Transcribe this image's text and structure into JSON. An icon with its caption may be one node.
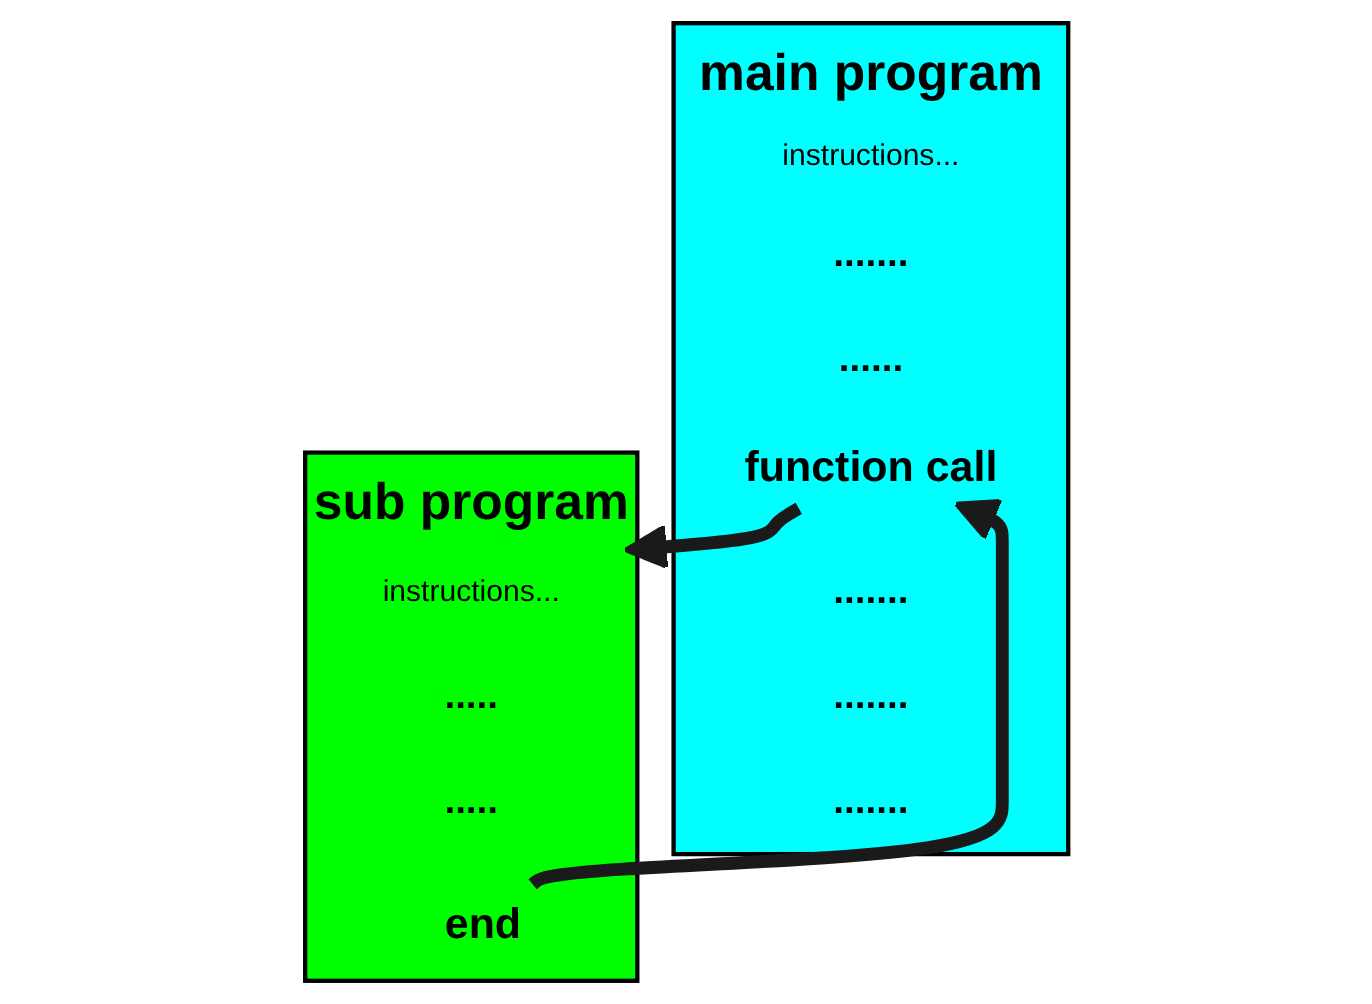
{
  "diagram": {
    "nodes": [
      {
        "text": [
          "main program"
        ]
      },
      {
        "text": [
          "instructions..."
        ],
        "in": 0
      },
      {
        "text": [
          "......."
        ],
        "in": 0
      },
      {
        "text": [
          "......"
        ],
        "in": 0
      },
      {
        "text": [
          "function call"
        ],
        "in": 0
      },
      {
        "text": [
          "......."
        ],
        "in": 0
      },
      {
        "text": [
          "......."
        ],
        "in": 0
      },
      {
        "text": [
          "......."
        ],
        "in": 0
      },
      {
        "text": [
          "sub program"
        ]
      },
      {
        "text": [
          "instructions..."
        ],
        "in": 8
      },
      {
        "text": [
          "....."
        ],
        "in": 8
      },
      {
        "text": [
          "....."
        ],
        "in": 8
      },
      {
        "text": [
          "end"
        ],
        "in": 8
      }
    ],
    "edges": [
      {
        "from": 4,
        "to": 8,
        "arrow": "to"
      },
      {
        "from": 12,
        "to": 4,
        "arrow": "to"
      }
    ]
  }
}
